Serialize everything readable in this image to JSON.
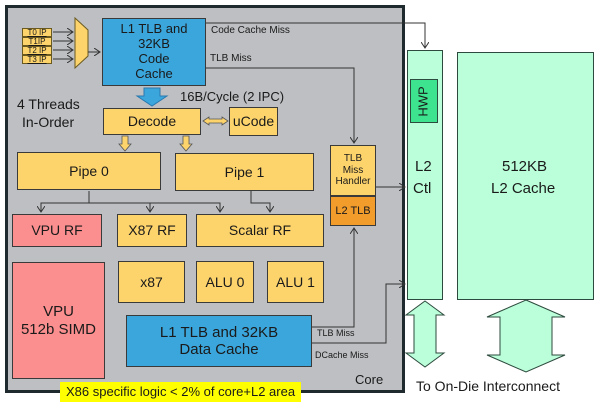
{
  "title": "Core block diagram with L2 cache",
  "core": {
    "label": "Core",
    "thread_ips": [
      "T0 IP",
      "T1IP",
      "T2 IP",
      "T3 IP"
    ],
    "threads_label_line1": "4 Threads",
    "threads_label_line2": "In-Order",
    "code_cache": {
      "line1": "L1 TLB and",
      "line2": "32KB",
      "line3": "Code",
      "line4": "Cache"
    },
    "code_cache_miss": "Code Cache Miss",
    "tlb_miss_top": "TLB Miss",
    "fetch_rate": "16B/Cycle (2 IPC)",
    "decode": "Decode",
    "ucode": "uCode",
    "pipe0": "Pipe 0",
    "pipe1": "Pipe 1",
    "tlb_handler": {
      "line1": "TLB",
      "line2": "Miss",
      "line3": "Handler"
    },
    "l2_tlb": "L2 TLB",
    "vpu_rf": "VPU RF",
    "x87_rf": "X87 RF",
    "scalar_rf": "Scalar RF",
    "vpu": {
      "line1": "VPU",
      "line2": "512b SIMD"
    },
    "x87": "x87",
    "alu0": "ALU 0",
    "alu1": "ALU 1",
    "data_cache": {
      "line1": "L1 TLB and 32KB",
      "line2": "Data Cache"
    },
    "tlb_miss_bottom": "TLB Miss",
    "dcache_miss": "DCache Miss"
  },
  "l2": {
    "hwp": "HWP",
    "ctl_line1": "L2",
    "ctl_line2": "Ctl",
    "cache_line1": "512KB",
    "cache_line2": "L2 Cache",
    "interconnect": "To On-Die Interconnect"
  },
  "note": "X86 specific logic < 2% of core+L2 area",
  "colors": {
    "core_bg": "#bdbfc2",
    "yellow": "#fdd46c",
    "blue": "#3aa6dc",
    "red": "#fb8f8f",
    "orange": "#f29c2c",
    "green": "#baffd9",
    "hwp": "#3de38e",
    "note_bg": "#ffff00"
  }
}
